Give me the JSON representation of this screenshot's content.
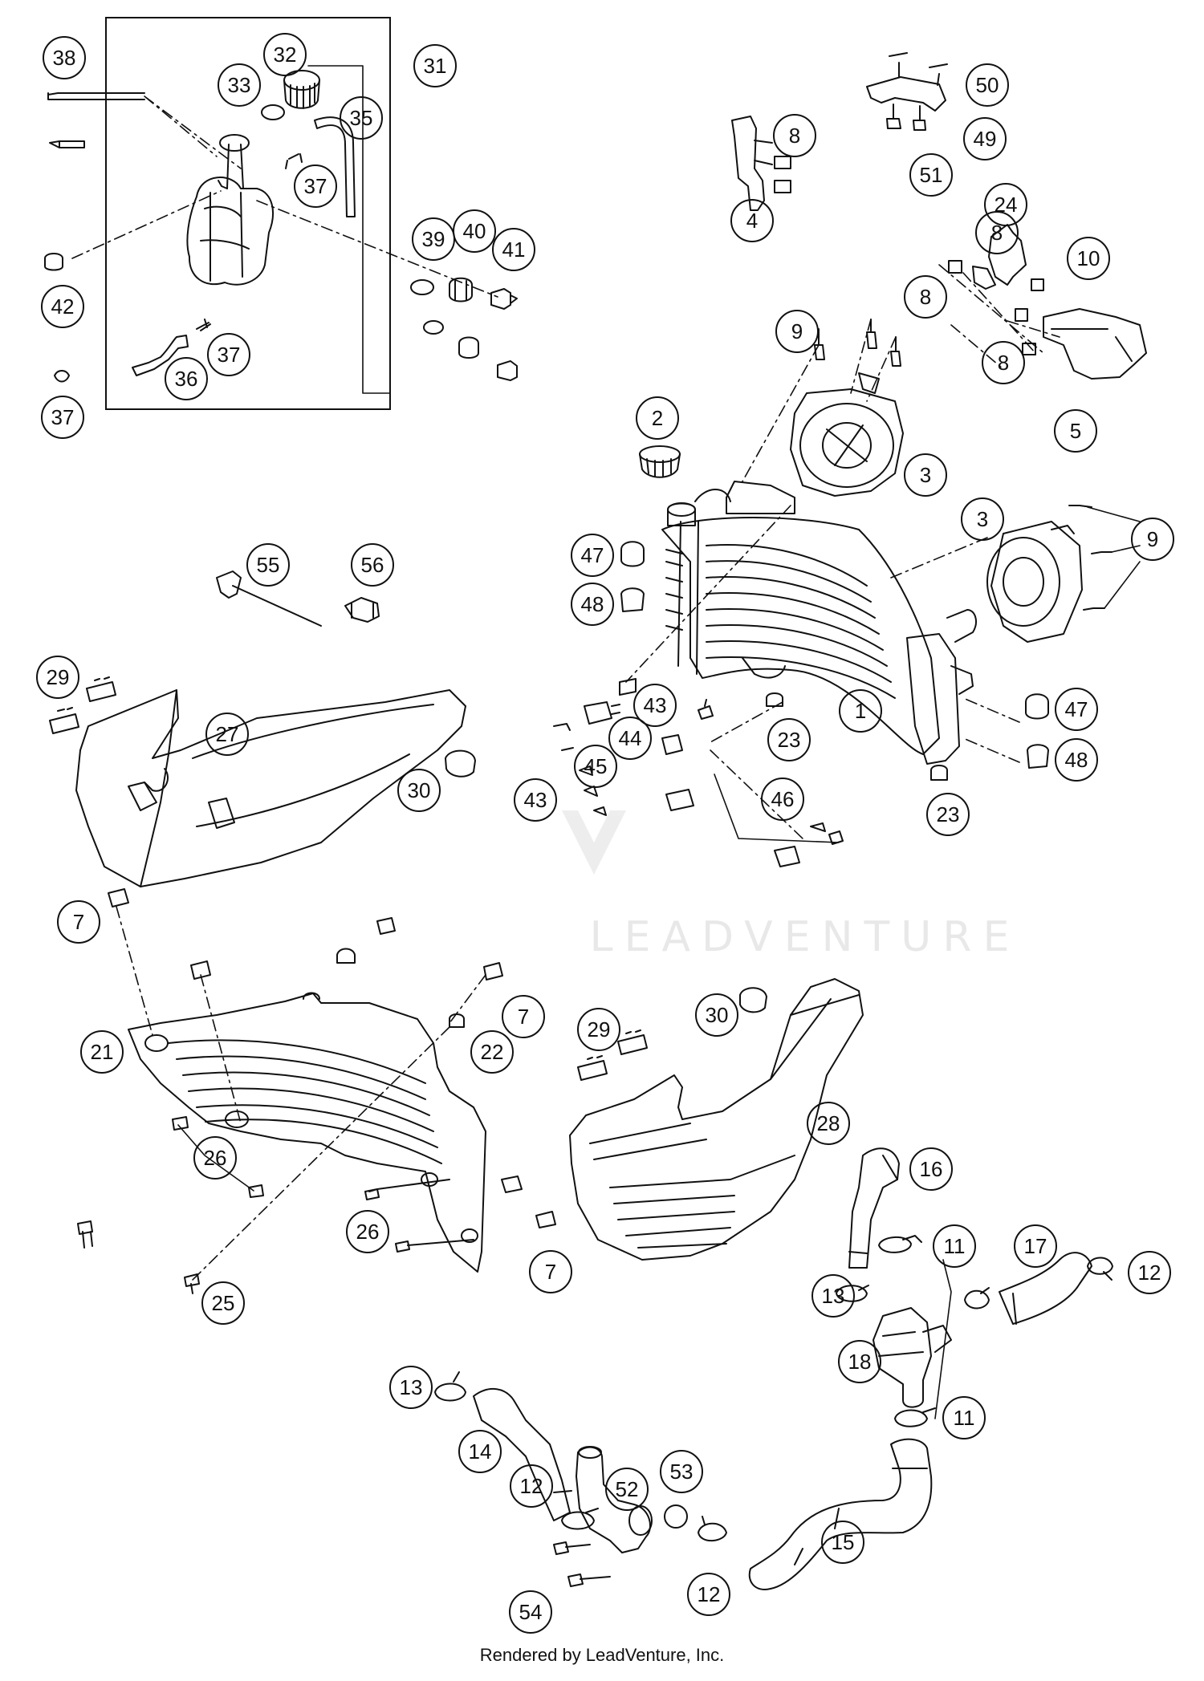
{
  "diagram": {
    "watermark": "LEADVENTURE",
    "footer": "Rendered by LeadVenture, Inc.",
    "callouts": [
      {
        "id": "c38",
        "label": "38"
      },
      {
        "id": "c32",
        "label": "32"
      },
      {
        "id": "c33",
        "label": "33"
      },
      {
        "id": "c31",
        "label": "31"
      },
      {
        "id": "c35",
        "label": "35"
      },
      {
        "id": "c37a",
        "label": "37"
      },
      {
        "id": "c39",
        "label": "39"
      },
      {
        "id": "c40",
        "label": "40"
      },
      {
        "id": "c41",
        "label": "41"
      },
      {
        "id": "c42",
        "label": "42"
      },
      {
        "id": "c37b",
        "label": "37"
      },
      {
        "id": "c36",
        "label": "36"
      },
      {
        "id": "c37c",
        "label": "37"
      },
      {
        "id": "c50",
        "label": "50"
      },
      {
        "id": "c49",
        "label": "49"
      },
      {
        "id": "c51",
        "label": "51"
      },
      {
        "id": "c8a",
        "label": "8"
      },
      {
        "id": "c4",
        "label": "4"
      },
      {
        "id": "c24",
        "label": "24"
      },
      {
        "id": "c8b",
        "label": "8"
      },
      {
        "id": "c10",
        "label": "10"
      },
      {
        "id": "c8c",
        "label": "8"
      },
      {
        "id": "c8d",
        "label": "8"
      },
      {
        "id": "c5",
        "label": "5"
      },
      {
        "id": "c9a",
        "label": "9"
      },
      {
        "id": "c2",
        "label": "2"
      },
      {
        "id": "c3a",
        "label": "3"
      },
      {
        "id": "c3b",
        "label": "3"
      },
      {
        "id": "c9b",
        "label": "9"
      },
      {
        "id": "c47a",
        "label": "47"
      },
      {
        "id": "c48a",
        "label": "48"
      },
      {
        "id": "c55",
        "label": "55"
      },
      {
        "id": "c56",
        "label": "56"
      },
      {
        "id": "c29a",
        "label": "29"
      },
      {
        "id": "c27",
        "label": "27"
      },
      {
        "id": "c43a",
        "label": "43"
      },
      {
        "id": "c44",
        "label": "44"
      },
      {
        "id": "c45",
        "label": "45"
      },
      {
        "id": "c43b",
        "label": "43"
      },
      {
        "id": "c23a",
        "label": "23"
      },
      {
        "id": "c1",
        "label": "1"
      },
      {
        "id": "c47b",
        "label": "47"
      },
      {
        "id": "c48b",
        "label": "48"
      },
      {
        "id": "c30a",
        "label": "30"
      },
      {
        "id": "c46",
        "label": "46"
      },
      {
        "id": "c23b",
        "label": "23"
      },
      {
        "id": "c7a",
        "label": "7"
      },
      {
        "id": "c7b",
        "label": "7"
      },
      {
        "id": "c22",
        "label": "22"
      },
      {
        "id": "c29b",
        "label": "29"
      },
      {
        "id": "c30b",
        "label": "30"
      },
      {
        "id": "c21",
        "label": "21"
      },
      {
        "id": "c28",
        "label": "28"
      },
      {
        "id": "c16",
        "label": "16"
      },
      {
        "id": "c26a",
        "label": "26"
      },
      {
        "id": "c26b",
        "label": "26"
      },
      {
        "id": "c11a",
        "label": "11"
      },
      {
        "id": "c17",
        "label": "17"
      },
      {
        "id": "c12a",
        "label": "12"
      },
      {
        "id": "c7c",
        "label": "7"
      },
      {
        "id": "c13a",
        "label": "13"
      },
      {
        "id": "c25",
        "label": "25"
      },
      {
        "id": "c18",
        "label": "18"
      },
      {
        "id": "c13b",
        "label": "13"
      },
      {
        "id": "c11b",
        "label": "11"
      },
      {
        "id": "c14",
        "label": "14"
      },
      {
        "id": "c12b",
        "label": "12"
      },
      {
        "id": "c52",
        "label": "52"
      },
      {
        "id": "c53",
        "label": "53"
      },
      {
        "id": "c15",
        "label": "15"
      },
      {
        "id": "c54",
        "label": "54"
      },
      {
        "id": "c12c",
        "label": "12"
      }
    ]
  }
}
